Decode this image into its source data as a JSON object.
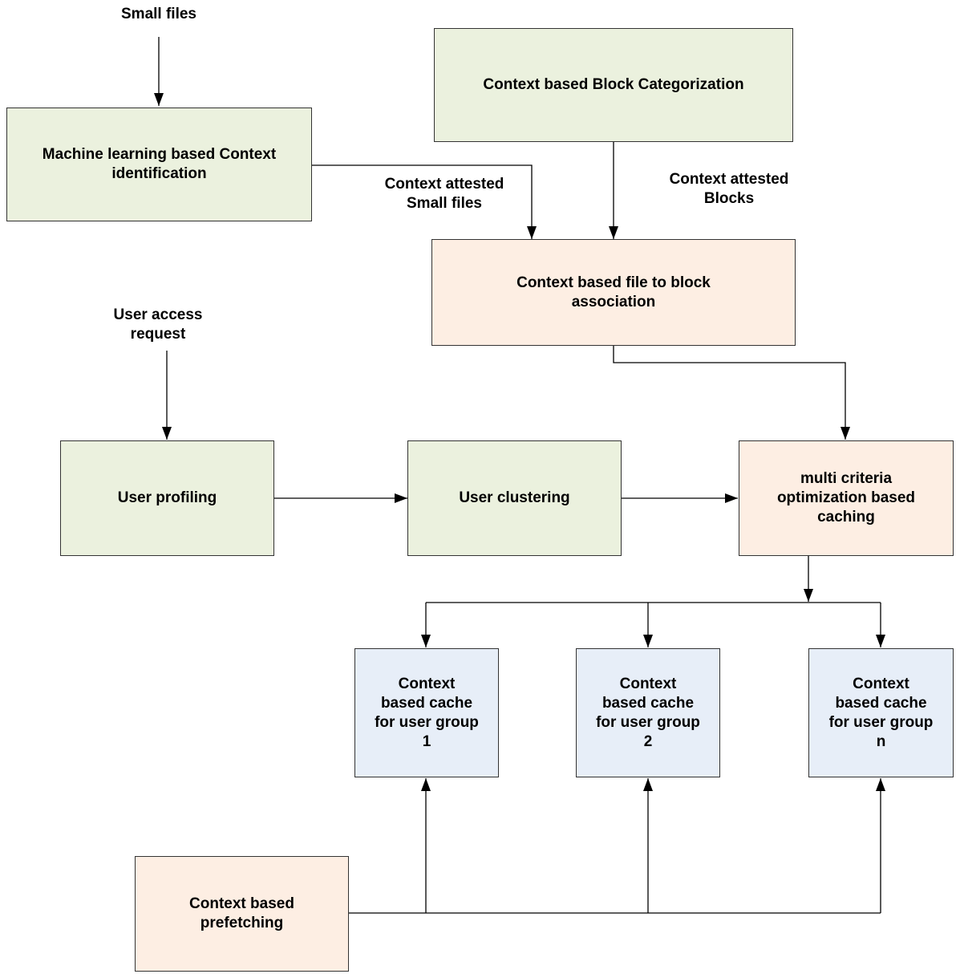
{
  "colors": {
    "green": "#ebf1de",
    "peach": "#fdeee3",
    "blue": "#e7eef8",
    "line": "#000000"
  },
  "nodes": {
    "block_categorization": "Context based Block Categorization",
    "ml_context_id": "Machine learning based Context\nidentification",
    "file_block_assoc": "Context based file to block\nassociation",
    "user_profiling": "User profiling",
    "user_clustering": "User clustering",
    "mco_caching": "multi criteria\noptimization based\ncaching",
    "cache_1": "Context\nbased cache\nfor user group\n1",
    "cache_2": "Context\nbased cache\nfor user group\n2",
    "cache_n": "Context\nbased cache\nfor user group\nn",
    "prefetching": "Context based\nprefetching"
  },
  "labels": {
    "small_files": "Small files",
    "attested_small_files": "Context attested\nSmall files",
    "attested_blocks": "Context attested\nBlocks",
    "user_access_request": "User access\nrequest"
  }
}
